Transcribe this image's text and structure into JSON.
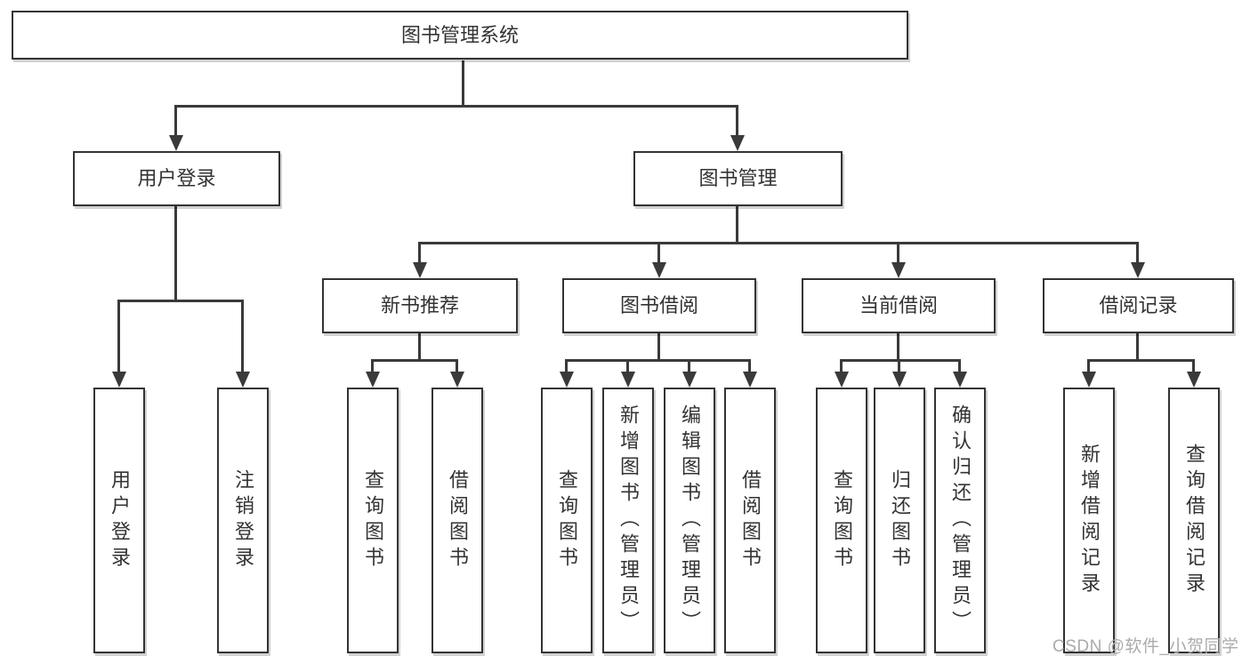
{
  "title": "图书管理系统",
  "watermark": "CSDN @软件_小贺同学",
  "colors": {
    "background": "#ffffff",
    "box_border": "#333333",
    "connector_line": "#3a3a3a",
    "text": "#333333",
    "watermark_text": "#ababab"
  },
  "chart_data": {
    "type": "tree-diagram",
    "orientation": "top-down",
    "note": "功能结构图：矩形框之间用带箭头的折线连接，叶子框内文字竖排"
  },
  "tree": {
    "root": "图书管理系统",
    "children": [
      {
        "label": "用户登录",
        "children": [
          "用户登录",
          "注销登录"
        ]
      },
      {
        "label": "图书管理",
        "children": [
          {
            "label": "新书推荐",
            "children": [
              "查询图书",
              "借阅图书"
            ]
          },
          {
            "label": "图书借阅",
            "children": [
              "查询图书",
              "新增图书（管理员）",
              "编辑图书（管理员）",
              "借阅图书"
            ]
          },
          {
            "label": "当前借阅",
            "children": [
              "查询图书",
              "归还图书",
              "确认归还（管理员）"
            ]
          },
          {
            "label": "借阅记录",
            "children": [
              "新增借阅记录",
              "查询借阅记录"
            ]
          }
        ]
      }
    ]
  }
}
